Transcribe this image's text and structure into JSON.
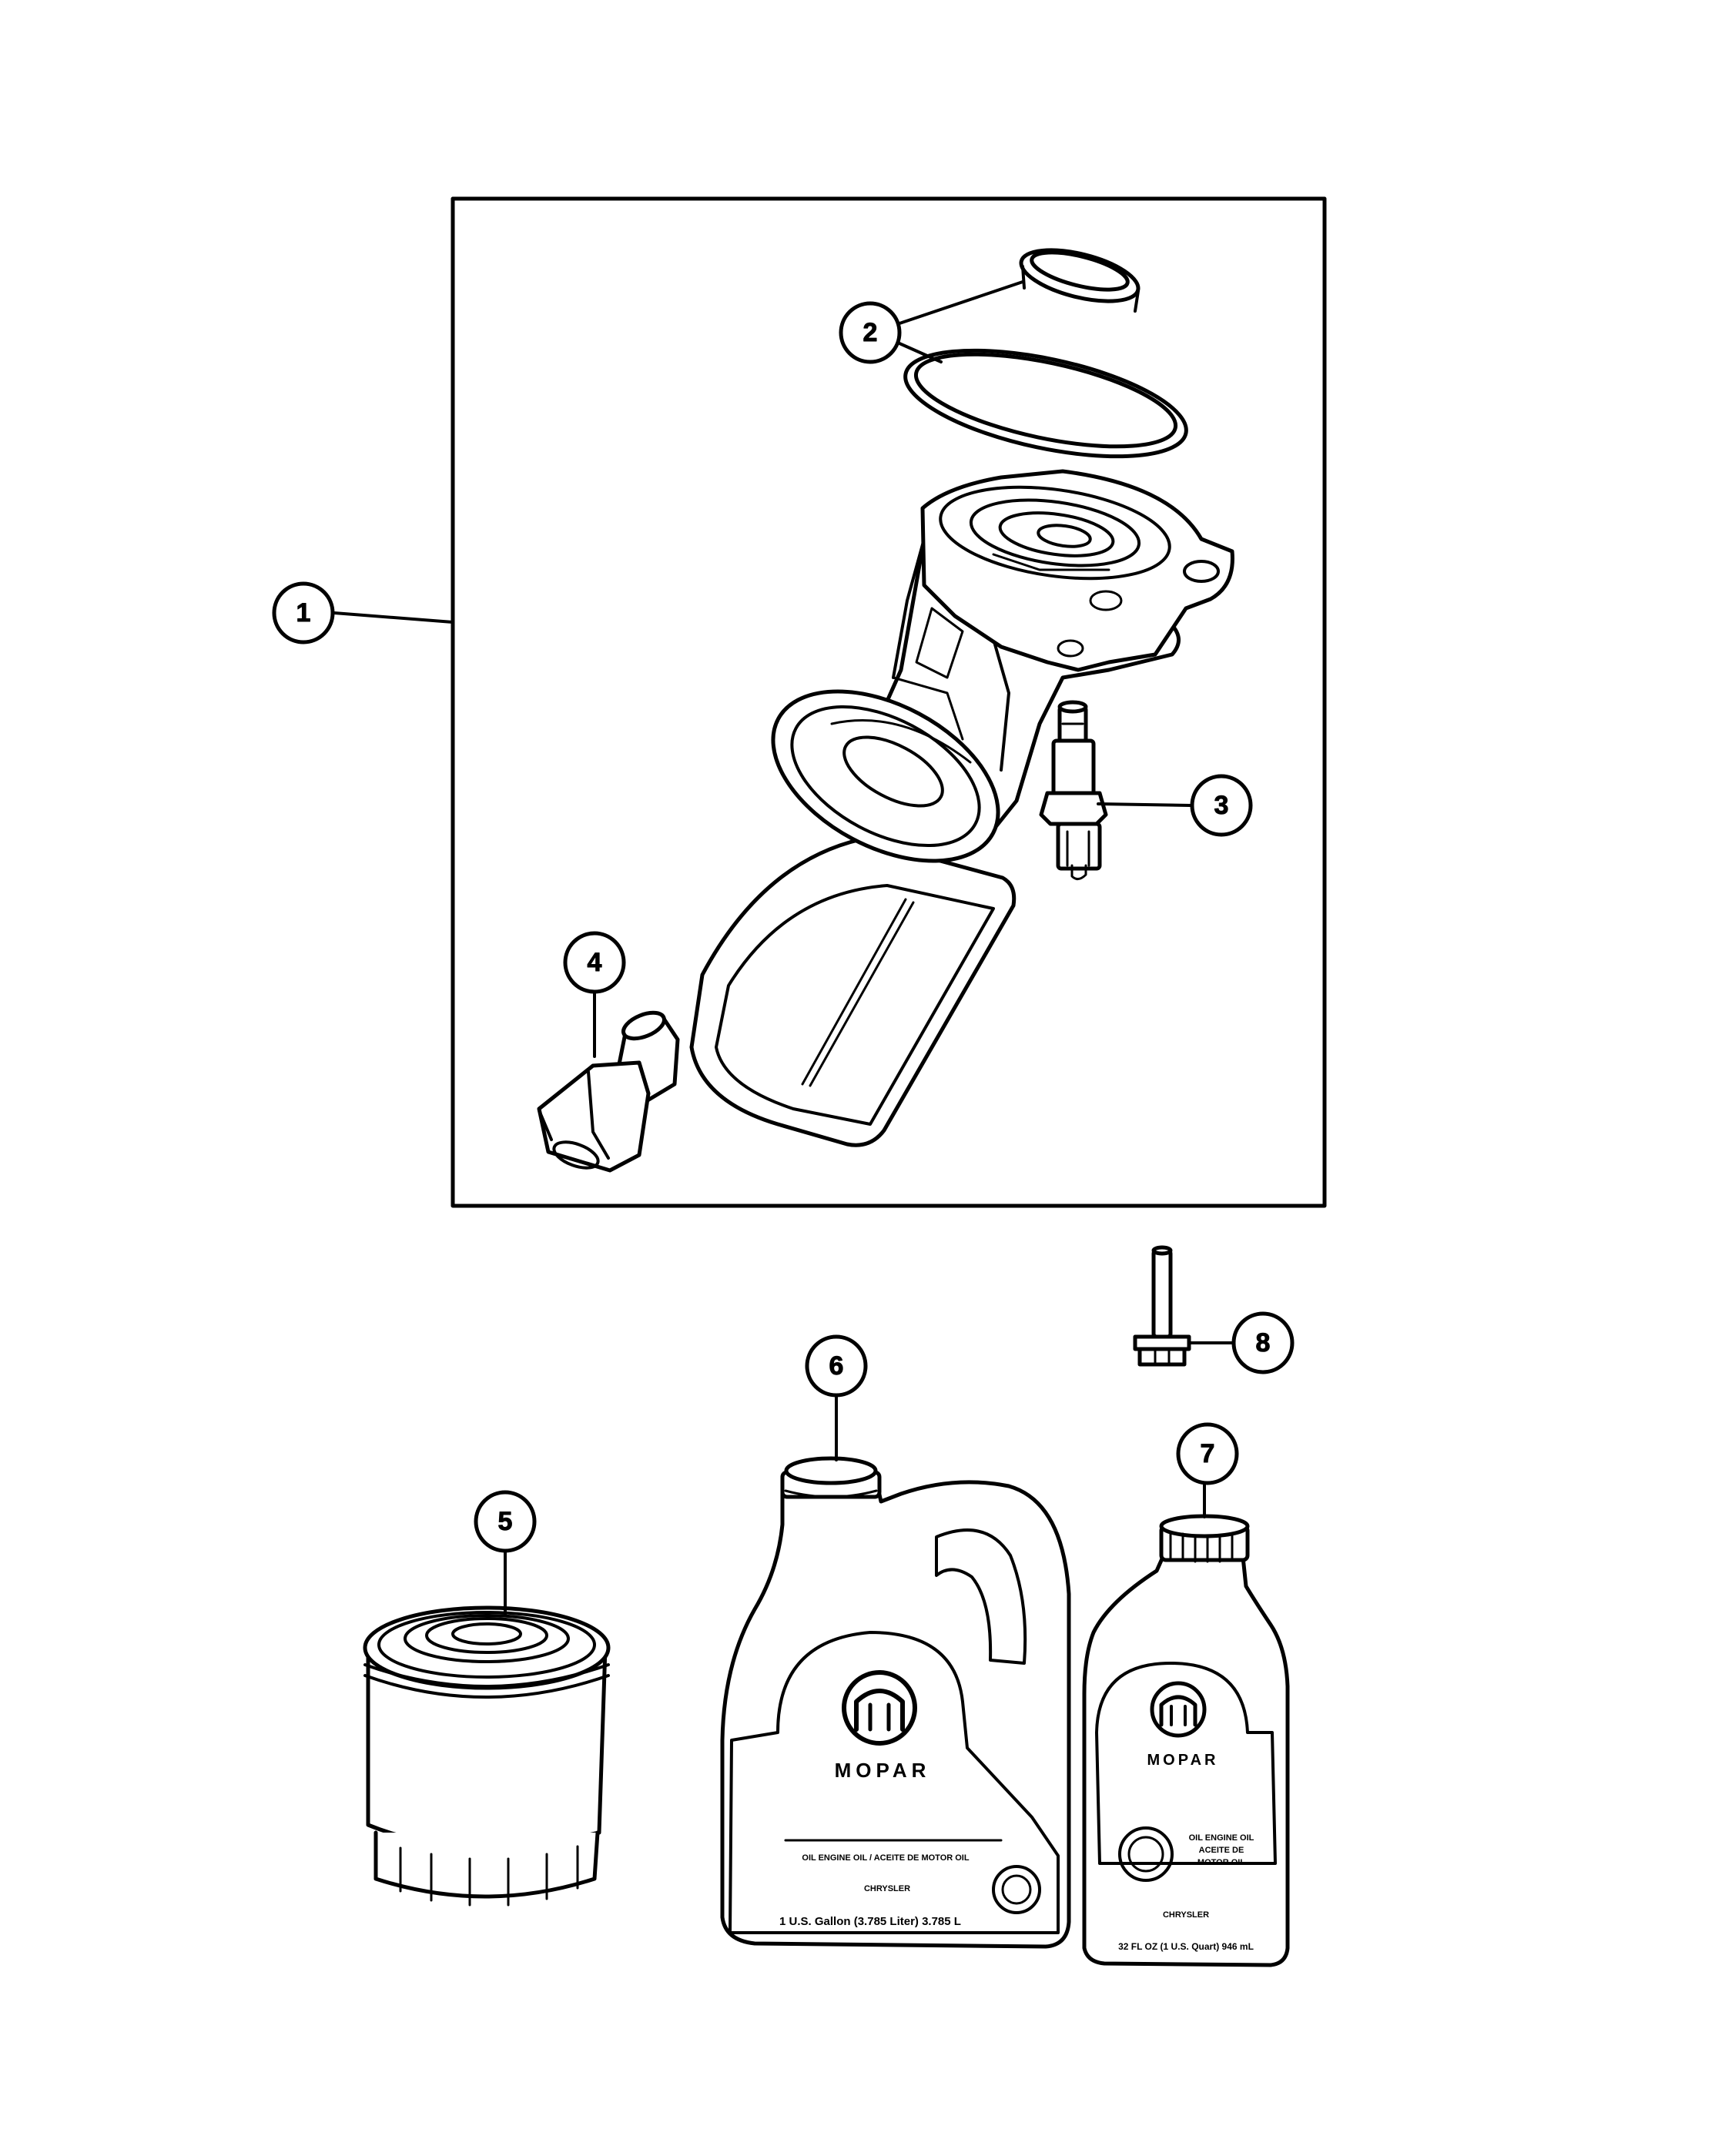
{
  "callouts": [
    "1",
    "2",
    "3",
    "4",
    "5",
    "6",
    "7",
    "8"
  ],
  "labels": {
    "brand_gallon": "MOPAR",
    "brand_quart": "MOPAR",
    "gallon_product": "OIL ENGINE OIL / ACEITE DE MOTOR OIL",
    "gallon_volume": "1 U.S. Gallon (3.785 Liter) 3.785 L",
    "gallon_maker": "CHRYSLER",
    "quart_product_1": "OIL ENGINE OIL",
    "quart_product_2": "ACEITE DE",
    "quart_product_3": "MOTOR OIL",
    "quart_maker": "CHRYSLER",
    "quart_volume": "32 FL OZ (1 U.S. Quart) 946 mL"
  },
  "colors": {
    "ink": "#000000",
    "paper": "#ffffff"
  }
}
